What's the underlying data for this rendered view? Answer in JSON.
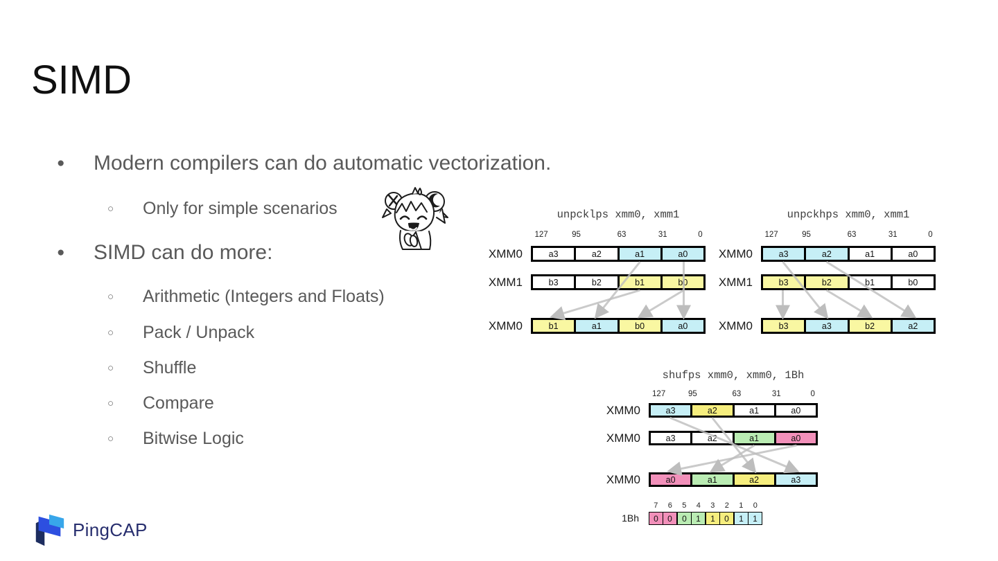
{
  "slide": {
    "title": "SIMD",
    "bullets": [
      {
        "text": "Modern compilers can do automatic vectorization."
      },
      {
        "text": "Only for simple scenarios"
      },
      {
        "text": "SIMD can do more:"
      },
      {
        "text": "Arithmetic (Integers and Floats)"
      },
      {
        "text": "Pack / Unpack"
      },
      {
        "text": "Shuffle"
      },
      {
        "text": "Compare"
      },
      {
        "text": "Bitwise Logic"
      }
    ],
    "logo": {
      "text": "PingCAP"
    }
  },
  "glyphs": {
    "bullet_filled": "●",
    "bullet_hollow": "○"
  },
  "colors": {
    "bullet_text": "#595959",
    "title_text": "#101010",
    "cell_cyan": "#c6eff6",
    "cell_yellow": "#f9f7a2",
    "cell_yellow_shuf": "#f6ee7e",
    "cell_green": "#baecb3",
    "cell_pink": "#f290ba",
    "cell_white": "#ffffff",
    "arrow_gray": "#bdbdbd",
    "logo_navy": "#1d2d5f",
    "logo_blue": "#2d4fe0",
    "logo_sky": "#38a6ea",
    "logo_text": "#272e6e"
  },
  "diagrams": [
    {
      "name": "unpcklps",
      "instruction": "unpcklps xmm0, xmm1",
      "bit_labels": [
        "127",
        "95",
        "63",
        "31",
        "0"
      ],
      "rows": [
        {
          "label": "XMM0",
          "cells": [
            {
              "text": "a3",
              "color": "white"
            },
            {
              "text": "a2",
              "color": "white"
            },
            {
              "text": "a1",
              "color": "cyan"
            },
            {
              "text": "a0",
              "color": "cyan"
            }
          ]
        },
        {
          "label": "XMM1",
          "cells": [
            {
              "text": "b3",
              "color": "white"
            },
            {
              "text": "b2",
              "color": "white"
            },
            {
              "text": "b1",
              "color": "yellow"
            },
            {
              "text": "b0",
              "color": "yellow"
            }
          ]
        },
        {
          "label": "XMM0",
          "cells": [
            {
              "text": "b1",
              "color": "yellow"
            },
            {
              "text": "a1",
              "color": "cyan"
            },
            {
              "text": "b0",
              "color": "yellow"
            },
            {
              "text": "a0",
              "color": "cyan"
            }
          ]
        }
      ],
      "arrows": [
        {
          "from_row": 0,
          "from_cell": 2,
          "to_cell": 1
        },
        {
          "from_row": 0,
          "from_cell": 3,
          "to_cell": 3
        },
        {
          "from_row": 1,
          "from_cell": 2,
          "to_cell": 0
        },
        {
          "from_row": 1,
          "from_cell": 3,
          "to_cell": 2
        }
      ]
    },
    {
      "name": "unpckhps",
      "instruction": "unpckhps xmm0, xmm1",
      "bit_labels": [
        "127",
        "95",
        "63",
        "31",
        "0"
      ],
      "rows": [
        {
          "label": "XMM0",
          "cells": [
            {
              "text": "a3",
              "color": "cyan"
            },
            {
              "text": "a2",
              "color": "cyan"
            },
            {
              "text": "a1",
              "color": "white"
            },
            {
              "text": "a0",
              "color": "white"
            }
          ]
        },
        {
          "label": "XMM1",
          "cells": [
            {
              "text": "b3",
              "color": "yellow"
            },
            {
              "text": "b2",
              "color": "yellow"
            },
            {
              "text": "b1",
              "color": "white"
            },
            {
              "text": "b0",
              "color": "white"
            }
          ]
        },
        {
          "label": "XMM0",
          "cells": [
            {
              "text": "b3",
              "color": "yellow"
            },
            {
              "text": "a3",
              "color": "cyan"
            },
            {
              "text": "b2",
              "color": "yellow"
            },
            {
              "text": "a2",
              "color": "cyan"
            }
          ]
        }
      ],
      "arrows": [
        {
          "from_row": 1,
          "from_cell": 0,
          "to_cell": 0
        },
        {
          "from_row": 0,
          "from_cell": 0,
          "to_cell": 1
        },
        {
          "from_row": 1,
          "from_cell": 1,
          "to_cell": 2
        },
        {
          "from_row": 0,
          "from_cell": 1,
          "to_cell": 3
        }
      ]
    },
    {
      "name": "shufps",
      "instruction": "shufps xmm0, xmm0, 1Bh",
      "bit_labels": [
        "127",
        "95",
        "63",
        "31",
        "0"
      ],
      "rows": [
        {
          "label": "XMM0",
          "cells": [
            {
              "text": "a3",
              "color": "cyan"
            },
            {
              "text": "a2",
              "color": "yellow_shuf"
            },
            {
              "text": "a1",
              "color": "white"
            },
            {
              "text": "a0",
              "color": "white"
            }
          ]
        },
        {
          "label": "XMM0",
          "cells": [
            {
              "text": "a3",
              "color": "white"
            },
            {
              "text": "a2",
              "color": "white"
            },
            {
              "text": "a1",
              "color": "green"
            },
            {
              "text": "a0",
              "color": "pink"
            }
          ]
        },
        {
          "label": "XMM0",
          "cells": [
            {
              "text": "a0",
              "color": "pink"
            },
            {
              "text": "a1",
              "color": "green"
            },
            {
              "text": "a2",
              "color": "yellow_shuf"
            },
            {
              "text": "a3",
              "color": "cyan"
            }
          ]
        }
      ],
      "arrows": [
        {
          "from_row": 0,
          "from_cell": 0,
          "to_cell": 3
        },
        {
          "from_row": 0,
          "from_cell": 1,
          "to_cell": 2
        },
        {
          "from_row": 1,
          "from_cell": 2,
          "to_cell": 1
        },
        {
          "from_row": 1,
          "from_cell": 3,
          "to_cell": 0
        }
      ],
      "immediate": {
        "label": "1Bh",
        "bit_labels": [
          "7",
          "6",
          "5",
          "4",
          "3",
          "2",
          "1",
          "0"
        ],
        "bits": [
          {
            "text": "0",
            "color": "pink"
          },
          {
            "text": "0",
            "color": "pink"
          },
          {
            "text": "0",
            "color": "green"
          },
          {
            "text": "1",
            "color": "green"
          },
          {
            "text": "1",
            "color": "yellow_shuf"
          },
          {
            "text": "0",
            "color": "yellow_shuf"
          },
          {
            "text": "1",
            "color": "cyan"
          },
          {
            "text": "1",
            "color": "cyan"
          }
        ]
      }
    }
  ]
}
